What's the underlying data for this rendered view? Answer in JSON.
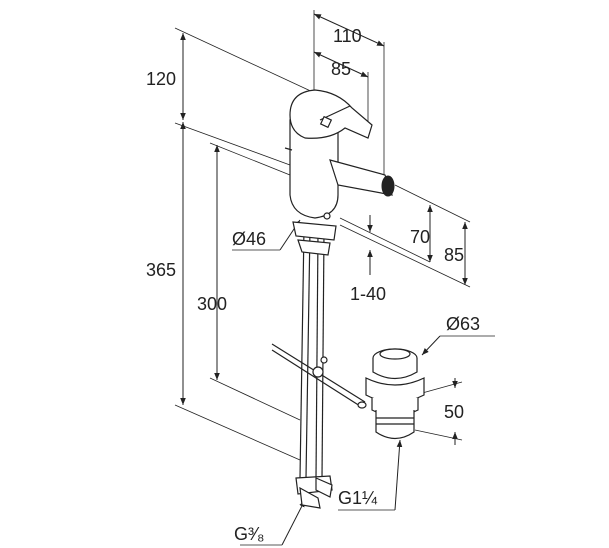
{
  "dimensions": {
    "width_110": "110",
    "width_85": "85",
    "height_120": "120",
    "height_365": "365",
    "height_300": "300",
    "diameter_46": "Ø46",
    "height_70": "70",
    "height_85": "85",
    "range_1_40": "1-40",
    "diameter_63": "Ø63",
    "height_50": "50",
    "thread_g1_1_4": "G1¼",
    "thread_g3_8": "G³⁄₈"
  },
  "colors": {
    "line": "#222222",
    "background": "#ffffff"
  }
}
